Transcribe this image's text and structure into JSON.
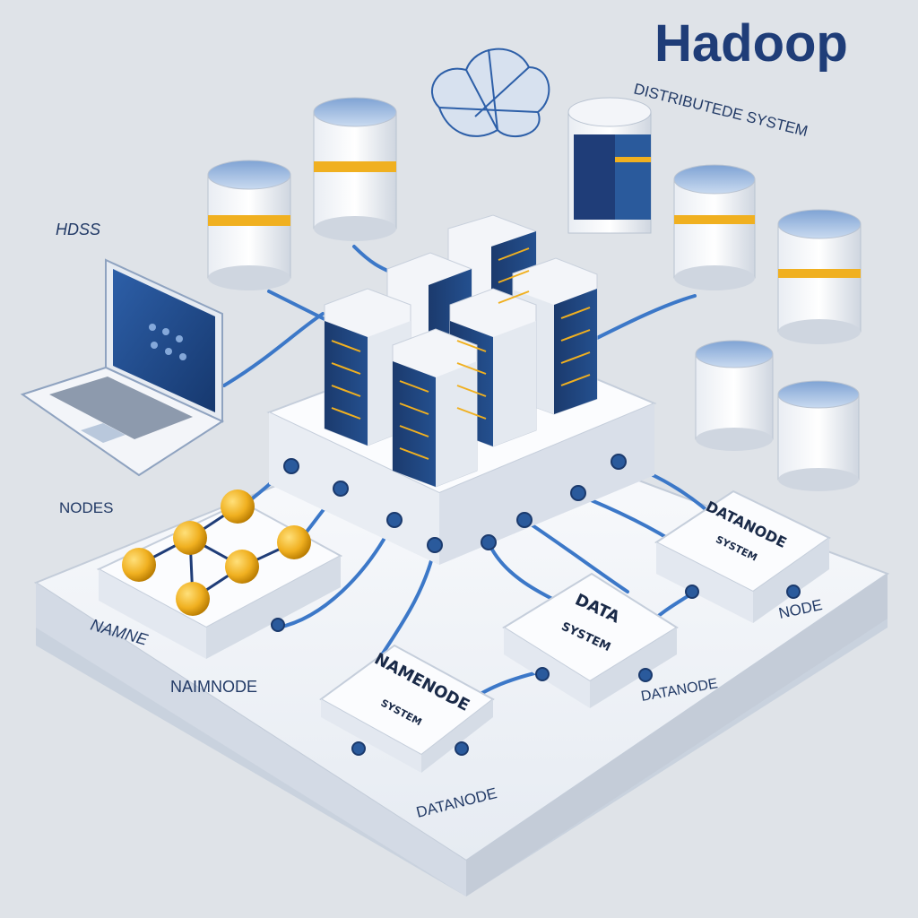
{
  "title": "Hadoop",
  "subtitle": "DISTRIBUTEDE SYSTEM",
  "labels": {
    "hdss": "HDSS",
    "nodes": "NODES",
    "name": "NAMNE",
    "naimnode": "NAIMNODE",
    "datanode_left": "DATANODE",
    "datanode_mid": "DATANODE",
    "node_right": "NODE"
  },
  "boxes": {
    "namenode": {
      "heading": "NAMENODE",
      "sub": "SYSTEM"
    },
    "data_center": {
      "heading": "DATA",
      "sub": "SYSTEM"
    },
    "data_right": {
      "heading": "DATANODE",
      "sub": "SYSTEM"
    }
  },
  "colors": {
    "background": "#dfe3e8",
    "navy": "#1f3d78",
    "cable": "#3c78c8",
    "gold": "#f0b020",
    "platform": "#f4f6fa"
  }
}
